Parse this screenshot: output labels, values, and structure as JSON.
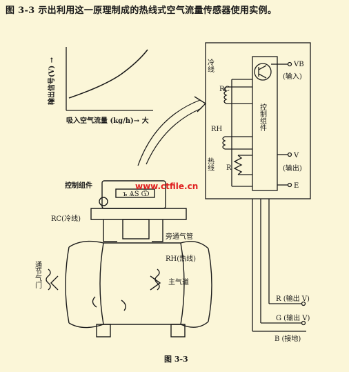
{
  "caption": "图 3-3 示出利用这一原理制成的热线式空气流量传感器使用实例。",
  "figure_label": "图 3-3",
  "watermark": "www.ctfile.cn",
  "graph": {
    "y_label": "输出信号(V) →",
    "x_label": "吸入空气流量 (kg/h)→ 大"
  },
  "sensor": {
    "control_module": "控制组件",
    "rc_cold_wire": "RC(冷线)",
    "bypass": "旁通气管",
    "rh_hot_wire": "RH(热线)",
    "throttle": "通节气门",
    "main_passage": "主气道",
    "plate_text": "ъ ѦЅ Ѿ"
  },
  "circuit": {
    "cold_wire": "冷线",
    "hot_wire": "热线",
    "rc": "RC",
    "rh": "RH",
    "r": "R",
    "vb": "VB",
    "input": "(输入)",
    "control_module_vertical": "控制组件",
    "v": "V",
    "output": "(输出)",
    "e": "E"
  },
  "terminals": {
    "r_out": "R (输出 V)",
    "g_out": "G (输出 V)",
    "b_ground": "B (接地)"
  }
}
